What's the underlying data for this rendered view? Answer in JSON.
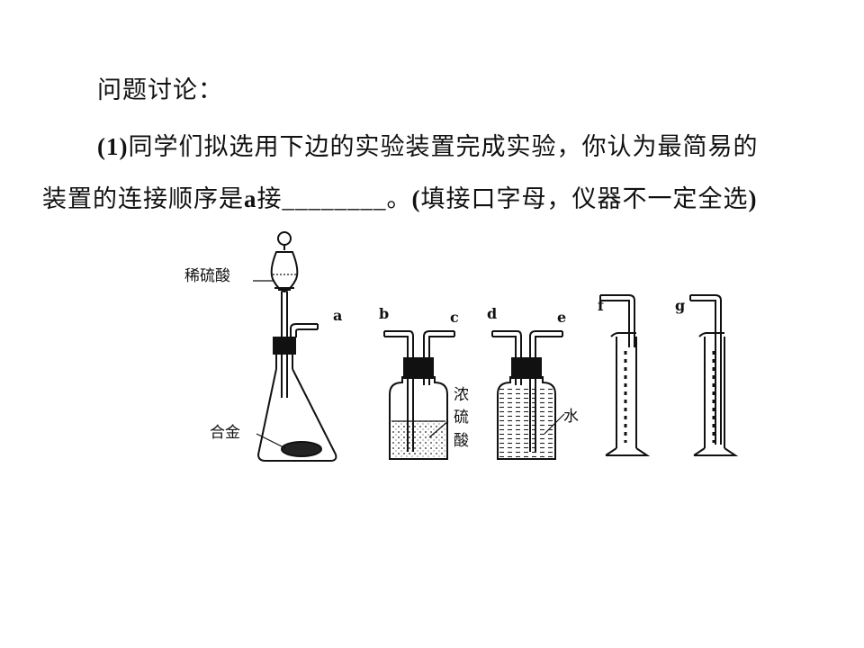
{
  "question": {
    "title": "问题讨论：",
    "part1_number": "(1)",
    "part1_text": "同学们拟选用下边的实验装置完成实验，你认为最简易的",
    "part1_line2_prefix": "装置的连接顺序是",
    "part1_line2_a": "a",
    "part1_line2_connect": "接",
    "part1_line2_blank": "________",
    "part1_line2_suffix": "。",
    "part1_hint_open": "(",
    "part1_hint_text": "填接口字母，仪器不一定全选",
    "part1_hint_close": ")"
  },
  "apparatus": {
    "labels": {
      "dilute_acid": "稀硫酸",
      "alloy": "合金",
      "conc_acid_1": "浓",
      "conc_acid_2": "硫",
      "conc_acid_3": "酸",
      "water": "水"
    },
    "ports": {
      "a": "a",
      "b": "b",
      "c": "c",
      "d": "d",
      "e": "e",
      "f": "f",
      "g": "g"
    }
  }
}
